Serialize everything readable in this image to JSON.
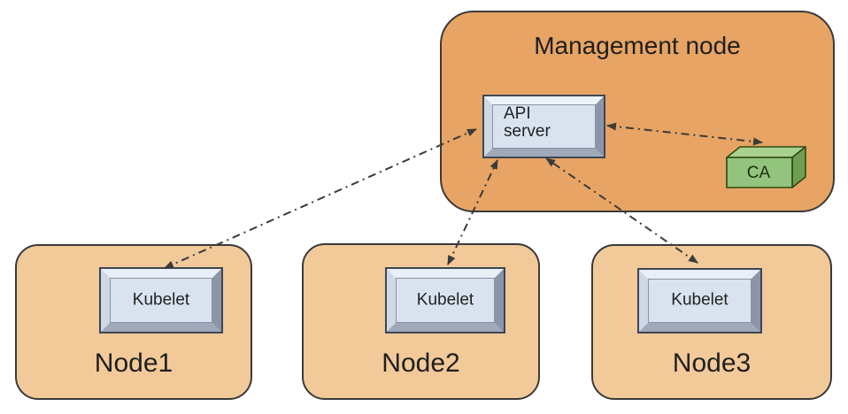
{
  "diagram": {
    "management_node": {
      "label": "Management node",
      "api_server_label": "API\nserver",
      "ca_label": "CA"
    },
    "worker_nodes": [
      {
        "label": "Node1",
        "component_label": "Kubelet"
      },
      {
        "label": "Node2",
        "component_label": "Kubelet"
      },
      {
        "label": "Node3",
        "component_label": "Kubelet"
      }
    ],
    "connections": [
      {
        "from": "API server",
        "to": "Kubelet (Node1)",
        "style": "dash-dot",
        "bidirectional": true
      },
      {
        "from": "API server",
        "to": "Kubelet (Node2)",
        "style": "dash-dot",
        "bidirectional": true
      },
      {
        "from": "API server",
        "to": "Kubelet (Node3)",
        "style": "dash-dot",
        "bidirectional": true
      },
      {
        "from": "API server",
        "to": "CA",
        "style": "dash-dot",
        "bidirectional": true
      }
    ],
    "colors": {
      "management_node_fill": "#e7a464",
      "worker_node_fill": "#f2c999",
      "component_face_fill": "#d9e3f0",
      "bevel_light": "#edf2f9",
      "bevel_dark": "#8c96a8",
      "ca_front_fill": "#93c47d",
      "ca_top_fill": "#a9d18e",
      "ca_side_fill": "#6f9e53",
      "ca_border": "#2d4a12",
      "border": "#3a3a3a",
      "arrow": "#3b3b3b",
      "text": "#1f1f1f"
    }
  }
}
